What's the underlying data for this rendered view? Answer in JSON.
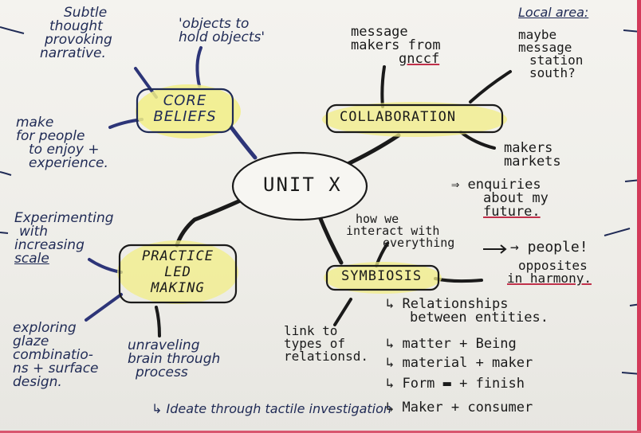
{
  "center": {
    "label": "UNIT X"
  },
  "core_beliefs": {
    "lines": [
      "CORE",
      "BELIEFS"
    ],
    "notes": {
      "narrative": [
        "Subtle",
        "thought",
        "provoking",
        "narrative."
      ],
      "objects": [
        "'objects to",
        "hold objects'"
      ],
      "make": [
        "make",
        "for people",
        "to enjoy +",
        "experience."
      ]
    }
  },
  "collaboration": {
    "label": "COLLABORATION",
    "notes": {
      "makers_from": [
        "message",
        "makers from",
        "gnccf"
      ],
      "local_area_heading": "Local area:",
      "local_area": [
        "maybe",
        "message",
        "station",
        "south?"
      ],
      "markets": [
        "makers",
        "markets"
      ],
      "enquiries": [
        "⇒ enquiries",
        "about my",
        "future."
      ]
    }
  },
  "practice": {
    "lines": [
      "PRACTICE",
      "LED",
      "MAKING"
    ],
    "notes": {
      "experimenting": [
        "Experimenting",
        "with",
        "increasing",
        "scale"
      ],
      "exploring": [
        "exploring",
        "glaze",
        "combinatio-",
        "ns + surface",
        "design."
      ],
      "unraveling": [
        "unraveling",
        "brain through",
        "process"
      ],
      "ideate": "↳ Ideate through tactile investigation"
    }
  },
  "symbiosis": {
    "label": "SYMBIOSIS",
    "notes": {
      "interact": [
        "how we",
        "interact with",
        "everything"
      ],
      "people": "→ people!",
      "opposites": [
        "opposites",
        "in harmony."
      ],
      "link": [
        "link to",
        "types of",
        "relationsd."
      ],
      "relationships": [
        "↳ Relationships",
        "between entities."
      ],
      "pairs": [
        "↳ matter + Being",
        "↳ material + maker",
        "↳ Form ▬ + finish",
        "↳ Maker + consumer"
      ]
    }
  },
  "colors": {
    "ink_blue": "#1f2a55",
    "ink_black": "#1a1a1a",
    "highlight": "#f2ee86",
    "underline_red": "#c0304a"
  }
}
